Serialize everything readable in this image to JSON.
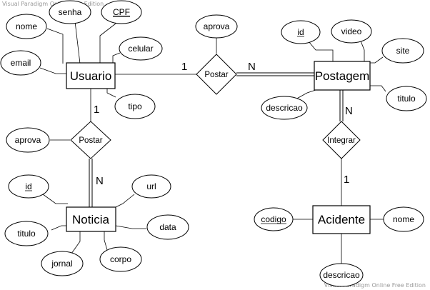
{
  "watermarks": {
    "top": "Visual Paradigm Online Free Edition",
    "bottom": "Visual Paradigm Online Free Edition"
  },
  "entities": {
    "usuario": "Usuario",
    "postagem": "Postagem",
    "noticia": "Noticia",
    "acidente": "Acidente"
  },
  "relationships": {
    "postar_top": "Postar",
    "postar_left": "Postar",
    "integrar": "Integrar"
  },
  "attributes": {
    "usuario": {
      "nome": "nome",
      "senha": "senha",
      "cpf": "CPF",
      "celular": "celular",
      "email": "email",
      "tipo": "tipo"
    },
    "postar_top": {
      "aprova": "aprova"
    },
    "postar_left": {
      "aprova": "aprova"
    },
    "postagem": {
      "id": "id",
      "video": "video",
      "site": "site",
      "titulo": "titulo",
      "descricao": "descricao"
    },
    "noticia": {
      "id": "id",
      "url": "url",
      "data": "data",
      "titulo": "titulo",
      "jornal": "jornal",
      "corpo": "corpo"
    },
    "acidente": {
      "codigo": "codigo",
      "nome": "nome",
      "descricao": "descricao"
    }
  },
  "cardinalities": {
    "usuario_postar_top": "1",
    "postar_top_postagem": "N",
    "usuario_postar_left": "1",
    "postar_left_noticia": "N",
    "postagem_integrar": "N",
    "integrar_acidente": "1"
  }
}
